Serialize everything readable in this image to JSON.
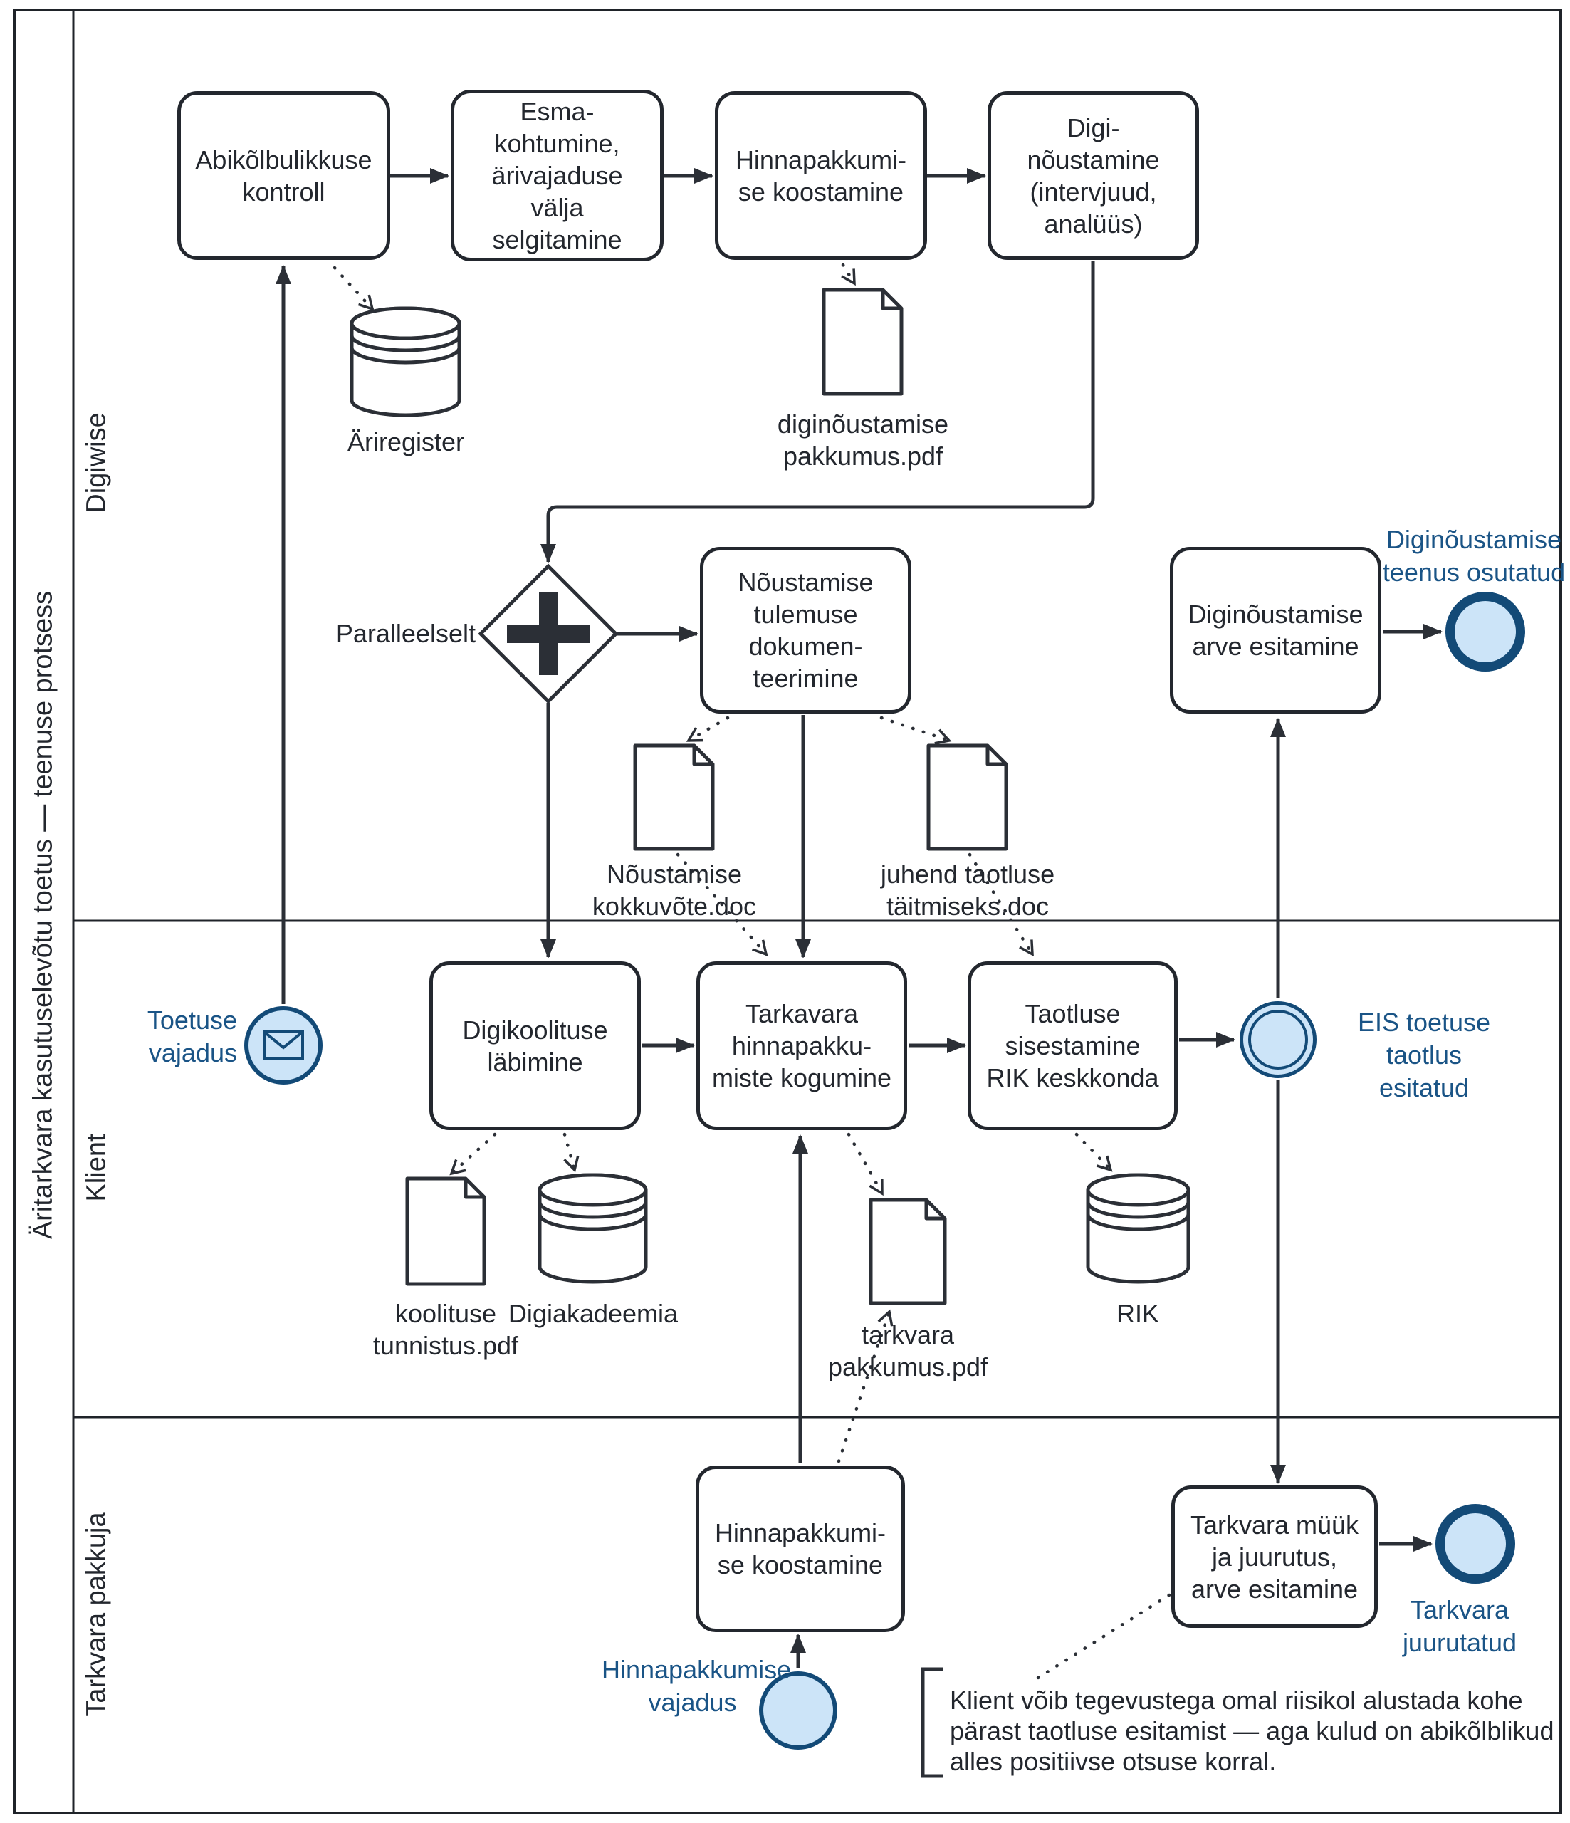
{
  "pool": {
    "title": "Äritarkvara kasutuselevõtu toetus — teenuse protsess"
  },
  "lanes": [
    {
      "label": "Digiwise"
    },
    {
      "label": "Klient"
    },
    {
      "label": "Tarkvara pakkuja"
    }
  ],
  "tasks": {
    "abikolbulikkuse_kontroll": "Abikõlbulikkuse\nkontroll",
    "esmakohtumine": "Esma-\nkohtumine,\närivajaduse\nvälja\nselgitamine",
    "hinnapakkumise_koostamine_digiwise": "Hinnapakkumi-\nse koostamine",
    "diginoustamine": "Digi-\nnõustamine\n(intervjuud,\nanalüüs)",
    "noustamise_dokumenteerimine": "Nõustamise\ntulemuse\ndokumen-\nteerimine",
    "diginoustamise_arve": "Diginõustamise\narve esitamine",
    "digikoolituse_labimine": "Digikoolituse\nläbimine",
    "tarkavara_hinnapakkumiste_kogumine": "Tarkavara\nhinnapakku-\nmiste kogumine",
    "taotluse_sisestamine": "Taotluse\nsisestamine\nRIK keskkonda",
    "hinnapakkumise_koostamine_pakkuja": "Hinnapakkumi-\nse koostamine",
    "tarkvara_muuk": "Tarkvara müük\nja juurutus,\narve esitamine"
  },
  "gateway": {
    "label": "Paralleelselt",
    "type": "parallel"
  },
  "events": {
    "toetuse_vajadus": "Toetuse\nvajadus",
    "diginoustamise_teenus_osutatud": "Diginõustamise\nteenus osutatud",
    "eis_toetuse_taotlus_esitatud": "EIS toetuse\ntaotlus esitatud",
    "hinnapakkumise_vajadus": "Hinnapakkumise\nvajadus",
    "tarkvara_juurutatud": "Tarkvara\njuurutatud"
  },
  "datastores": {
    "ariregister": "Äriregister",
    "digiakadeemia": "Digiakadeemia",
    "rik": "RIK"
  },
  "documents": {
    "diginoustamise_pakkumus": "diginõustamise\npakkumus.pdf",
    "noustamise_kokkuvote": "Nõustamise\nkokkuvõte.doc",
    "juhend_taotluse": "juhend taotluse\ntäitmiseks.doc",
    "koolituse_tunnistus": "koolituse\ntunnistus.pdf",
    "tarkvara_pakkumus": "tarkvara\npakkumus.pdf"
  },
  "annotation": {
    "text": "Klient võib tegevustega omal riisikol alustada kohe\npärast taotluse esitamist — aga kulud on abikõlblikud\nalles positiivse otsuse korral."
  },
  "colors": {
    "event_fill": "#cce4f8",
    "event_border": "#134a77",
    "label_blue": "#1a5486",
    "line": "#2b2f36",
    "task_border": "#23272e"
  }
}
